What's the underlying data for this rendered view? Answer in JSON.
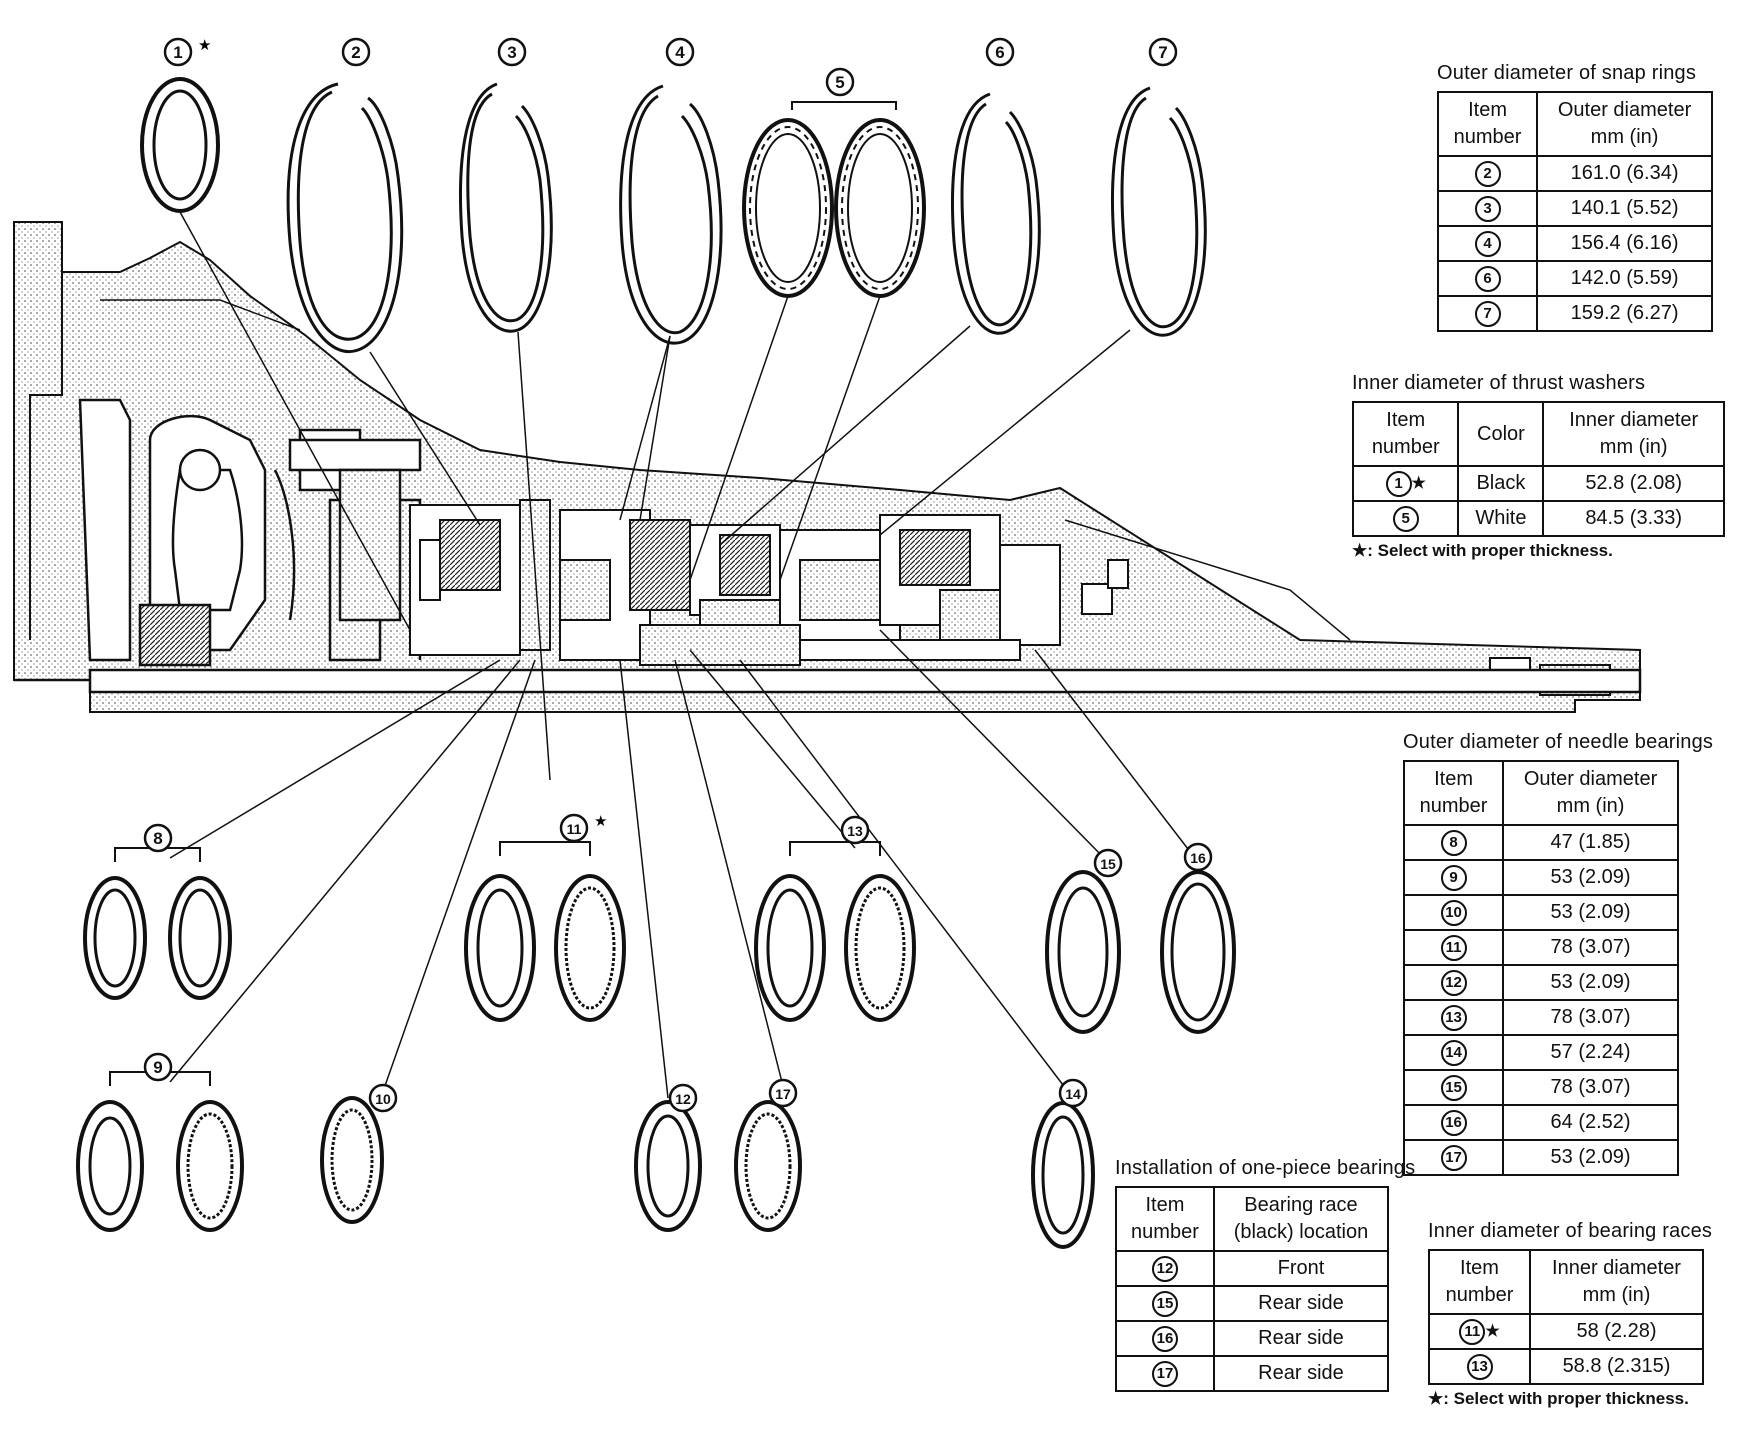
{
  "callouts": [
    {
      "id": "c1",
      "label": "1",
      "star": true
    },
    {
      "id": "c2",
      "label": "2",
      "star": false
    },
    {
      "id": "c3",
      "label": "3",
      "star": false
    },
    {
      "id": "c4",
      "label": "4",
      "star": false
    },
    {
      "id": "c5",
      "label": "5",
      "star": false
    },
    {
      "id": "c6",
      "label": "6",
      "star": false
    },
    {
      "id": "c7",
      "label": "7",
      "star": false
    },
    {
      "id": "c8",
      "label": "8",
      "star": false
    },
    {
      "id": "c9",
      "label": "9",
      "star": false
    },
    {
      "id": "c10",
      "label": "10",
      "star": false
    },
    {
      "id": "c11",
      "label": "11",
      "star": true
    },
    {
      "id": "c12",
      "label": "12",
      "star": false
    },
    {
      "id": "c13",
      "label": "13",
      "star": false
    },
    {
      "id": "c14",
      "label": "14",
      "star": false
    },
    {
      "id": "c15",
      "label": "15",
      "star": false
    },
    {
      "id": "c16",
      "label": "16",
      "star": false
    },
    {
      "id": "c17",
      "label": "17",
      "star": false
    }
  ],
  "snap_rings": {
    "title": "Outer diameter of snap rings",
    "headers": [
      "Item\nnumber",
      "Outer diameter\nmm (in)"
    ],
    "rows": [
      {
        "item": "2",
        "value": "161.0 (6.34)"
      },
      {
        "item": "3",
        "value": "140.1 (5.52)"
      },
      {
        "item": "4",
        "value": "156.4 (6.16)"
      },
      {
        "item": "6",
        "value": "142.0 (5.59)"
      },
      {
        "item": "7",
        "value": "159.2 (6.27)"
      }
    ]
  },
  "thrust_washers": {
    "title": "Inner diameter of thrust washers",
    "headers": [
      "Item\nnumber",
      "Color",
      "Inner diameter\nmm (in)"
    ],
    "rows": [
      {
        "item": "1",
        "star": true,
        "color": "Black",
        "value": "52.8 (2.08)"
      },
      {
        "item": "5",
        "star": false,
        "color": "White",
        "value": "84.5 (3.33)"
      }
    ],
    "note": "★: Select with proper thickness."
  },
  "needle_bearings": {
    "title": "Outer diameter of needle bearings",
    "headers": [
      "Item\nnumber",
      "Outer diameter\nmm (in)"
    ],
    "rows": [
      {
        "item": "8",
        "value": "47 (1.85)"
      },
      {
        "item": "9",
        "value": "53 (2.09)"
      },
      {
        "item": "10",
        "value": "53 (2.09)"
      },
      {
        "item": "11",
        "value": "78 (3.07)"
      },
      {
        "item": "12",
        "value": "53 (2.09)"
      },
      {
        "item": "13",
        "value": "78 (3.07)"
      },
      {
        "item": "14",
        "value": "57 (2.24)"
      },
      {
        "item": "15",
        "value": "78 (3.07)"
      },
      {
        "item": "16",
        "value": "64 (2.52)"
      },
      {
        "item": "17",
        "value": "53 (2.09)"
      }
    ]
  },
  "one_piece": {
    "title": "Installation of one-piece bearings",
    "headers": [
      "Item\nnumber",
      "Bearing race\n(black) location"
    ],
    "rows": [
      {
        "item": "12",
        "value": "Front"
      },
      {
        "item": "15",
        "value": "Rear side"
      },
      {
        "item": "16",
        "value": "Rear side"
      },
      {
        "item": "17",
        "value": "Rear side"
      }
    ]
  },
  "bearing_races": {
    "title": "Inner diameter of bearing races",
    "headers": [
      "Item\nnumber",
      "Inner diameter\nmm (in)"
    ],
    "rows": [
      {
        "item": "11",
        "star": true,
        "value": "58 (2.28)"
      },
      {
        "item": "13",
        "star": false,
        "value": "58.8 (2.315)"
      }
    ],
    "note": "★: Select with proper thickness."
  }
}
